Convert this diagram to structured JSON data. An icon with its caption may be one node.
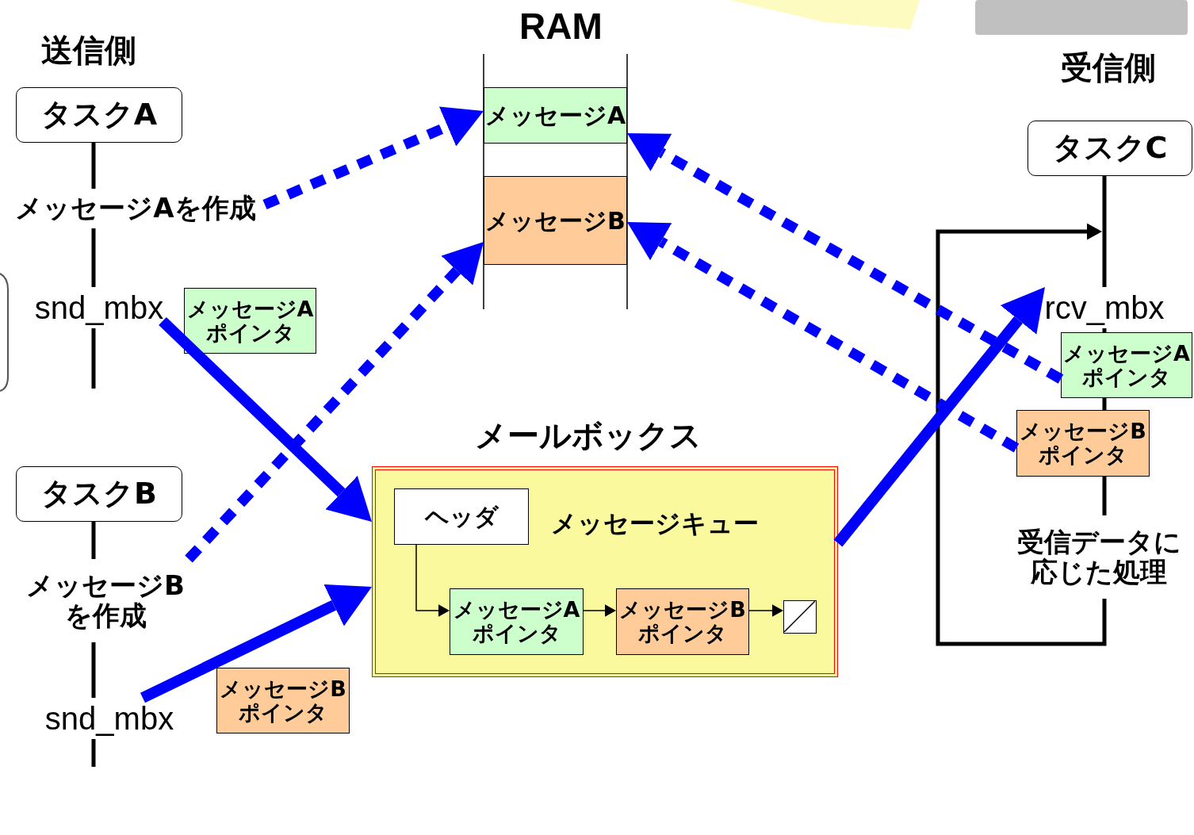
{
  "diagram": {
    "nodes": [
      {
        "text": [
          "タスクA"
        ]
      },
      {
        "text": [
          "メッセージAを作成"
        ]
      },
      {
        "text": [
          "snd_mbx"
        ]
      },
      {
        "text": [
          "メッセージA ポインタ"
        ]
      },
      {
        "text": [
          "タスクB"
        ]
      },
      {
        "text": [
          "メッセージB を作成"
        ]
      },
      {
        "text": [
          "snd_mbx"
        ]
      },
      {
        "text": [
          "メッセージB ポインタ"
        ]
      },
      {
        "text": [
          "メッセージA"
        ]
      },
      {
        "text": [
          "メッセージB"
        ]
      },
      {
        "text": [
          "メールボックス",
          "メッセージキュー"
        ]
      },
      {
        "text": [
          "ヘッダ"
        ],
        "in": 10
      },
      {
        "text": [
          "メッセージA ポインタ"
        ],
        "in": 10
      },
      {
        "text": [
          "メッセージB ポインタ"
        ],
        "in": 10
      },
      {
        "text": [],
        "shape": "box",
        "in": 10
      },
      {
        "text": [
          "タスクC"
        ]
      },
      {
        "text": [
          "rcv_mbx"
        ]
      },
      {
        "text": [
          "メッセージA ポインタ"
        ]
      },
      {
        "text": [
          "メッセージB ポインタ"
        ]
      },
      {
        "text": [
          "受信データに応じた処理"
        ]
      }
    ],
    "edges": [
      {
        "from": 0,
        "to": 1,
        "arrow": "none"
      },
      {
        "from": 1,
        "to": 2,
        "arrow": "none"
      },
      {
        "from": 2,
        "to": null,
        "arrow": "none"
      },
      {
        "from": 4,
        "to": 5,
        "arrow": "none"
      },
      {
        "from": 5,
        "to": 6,
        "arrow": "none"
      },
      {
        "from": 6,
        "to": null,
        "arrow": "none"
      },
      {
        "from": 15,
        "to": 16,
        "arrow": "none"
      },
      {
        "from": 16,
        "to": 17,
        "arrow": "none"
      },
      {
        "from": 17,
        "to": 18,
        "arrow": "none"
      },
      {
        "from": 18,
        "to": 19,
        "arrow": "none"
      },
      {
        "from": 19,
        "to": null,
        "arrow": "to"
      },
      {
        "from": 11,
        "to": 12,
        "arrow": "to"
      },
      {
        "from": 12,
        "to": 13,
        "arrow": "to"
      },
      {
        "from": 13,
        "to": 14,
        "arrow": "to"
      },
      {
        "from": 1,
        "to": 8,
        "arrow": "to",
        "style": "dashed",
        "color": "#0000ff"
      },
      {
        "from": 2,
        "to": 10,
        "arrow": "to",
        "style": "thick",
        "color": "#0000ff"
      },
      {
        "from": 5,
        "to": 9,
        "arrow": "to",
        "style": "dashed",
        "color": "#0000ff"
      },
      {
        "from": 6,
        "to": 10,
        "arrow": "to",
        "style": "thick",
        "color": "#0000ff"
      },
      {
        "from": 10,
        "to": 16,
        "arrow": "to",
        "style": "thick",
        "color": "#0000ff"
      },
      {
        "from": 17,
        "to": 8,
        "arrow": "to",
        "style": "dashed",
        "color": "#0000ff"
      },
      {
        "from": 18,
        "to": 9,
        "arrow": "to",
        "style": "dashed",
        "color": "#0000ff"
      }
    ],
    "labels": [
      "送信側",
      "RAM",
      "受信側"
    ]
  }
}
